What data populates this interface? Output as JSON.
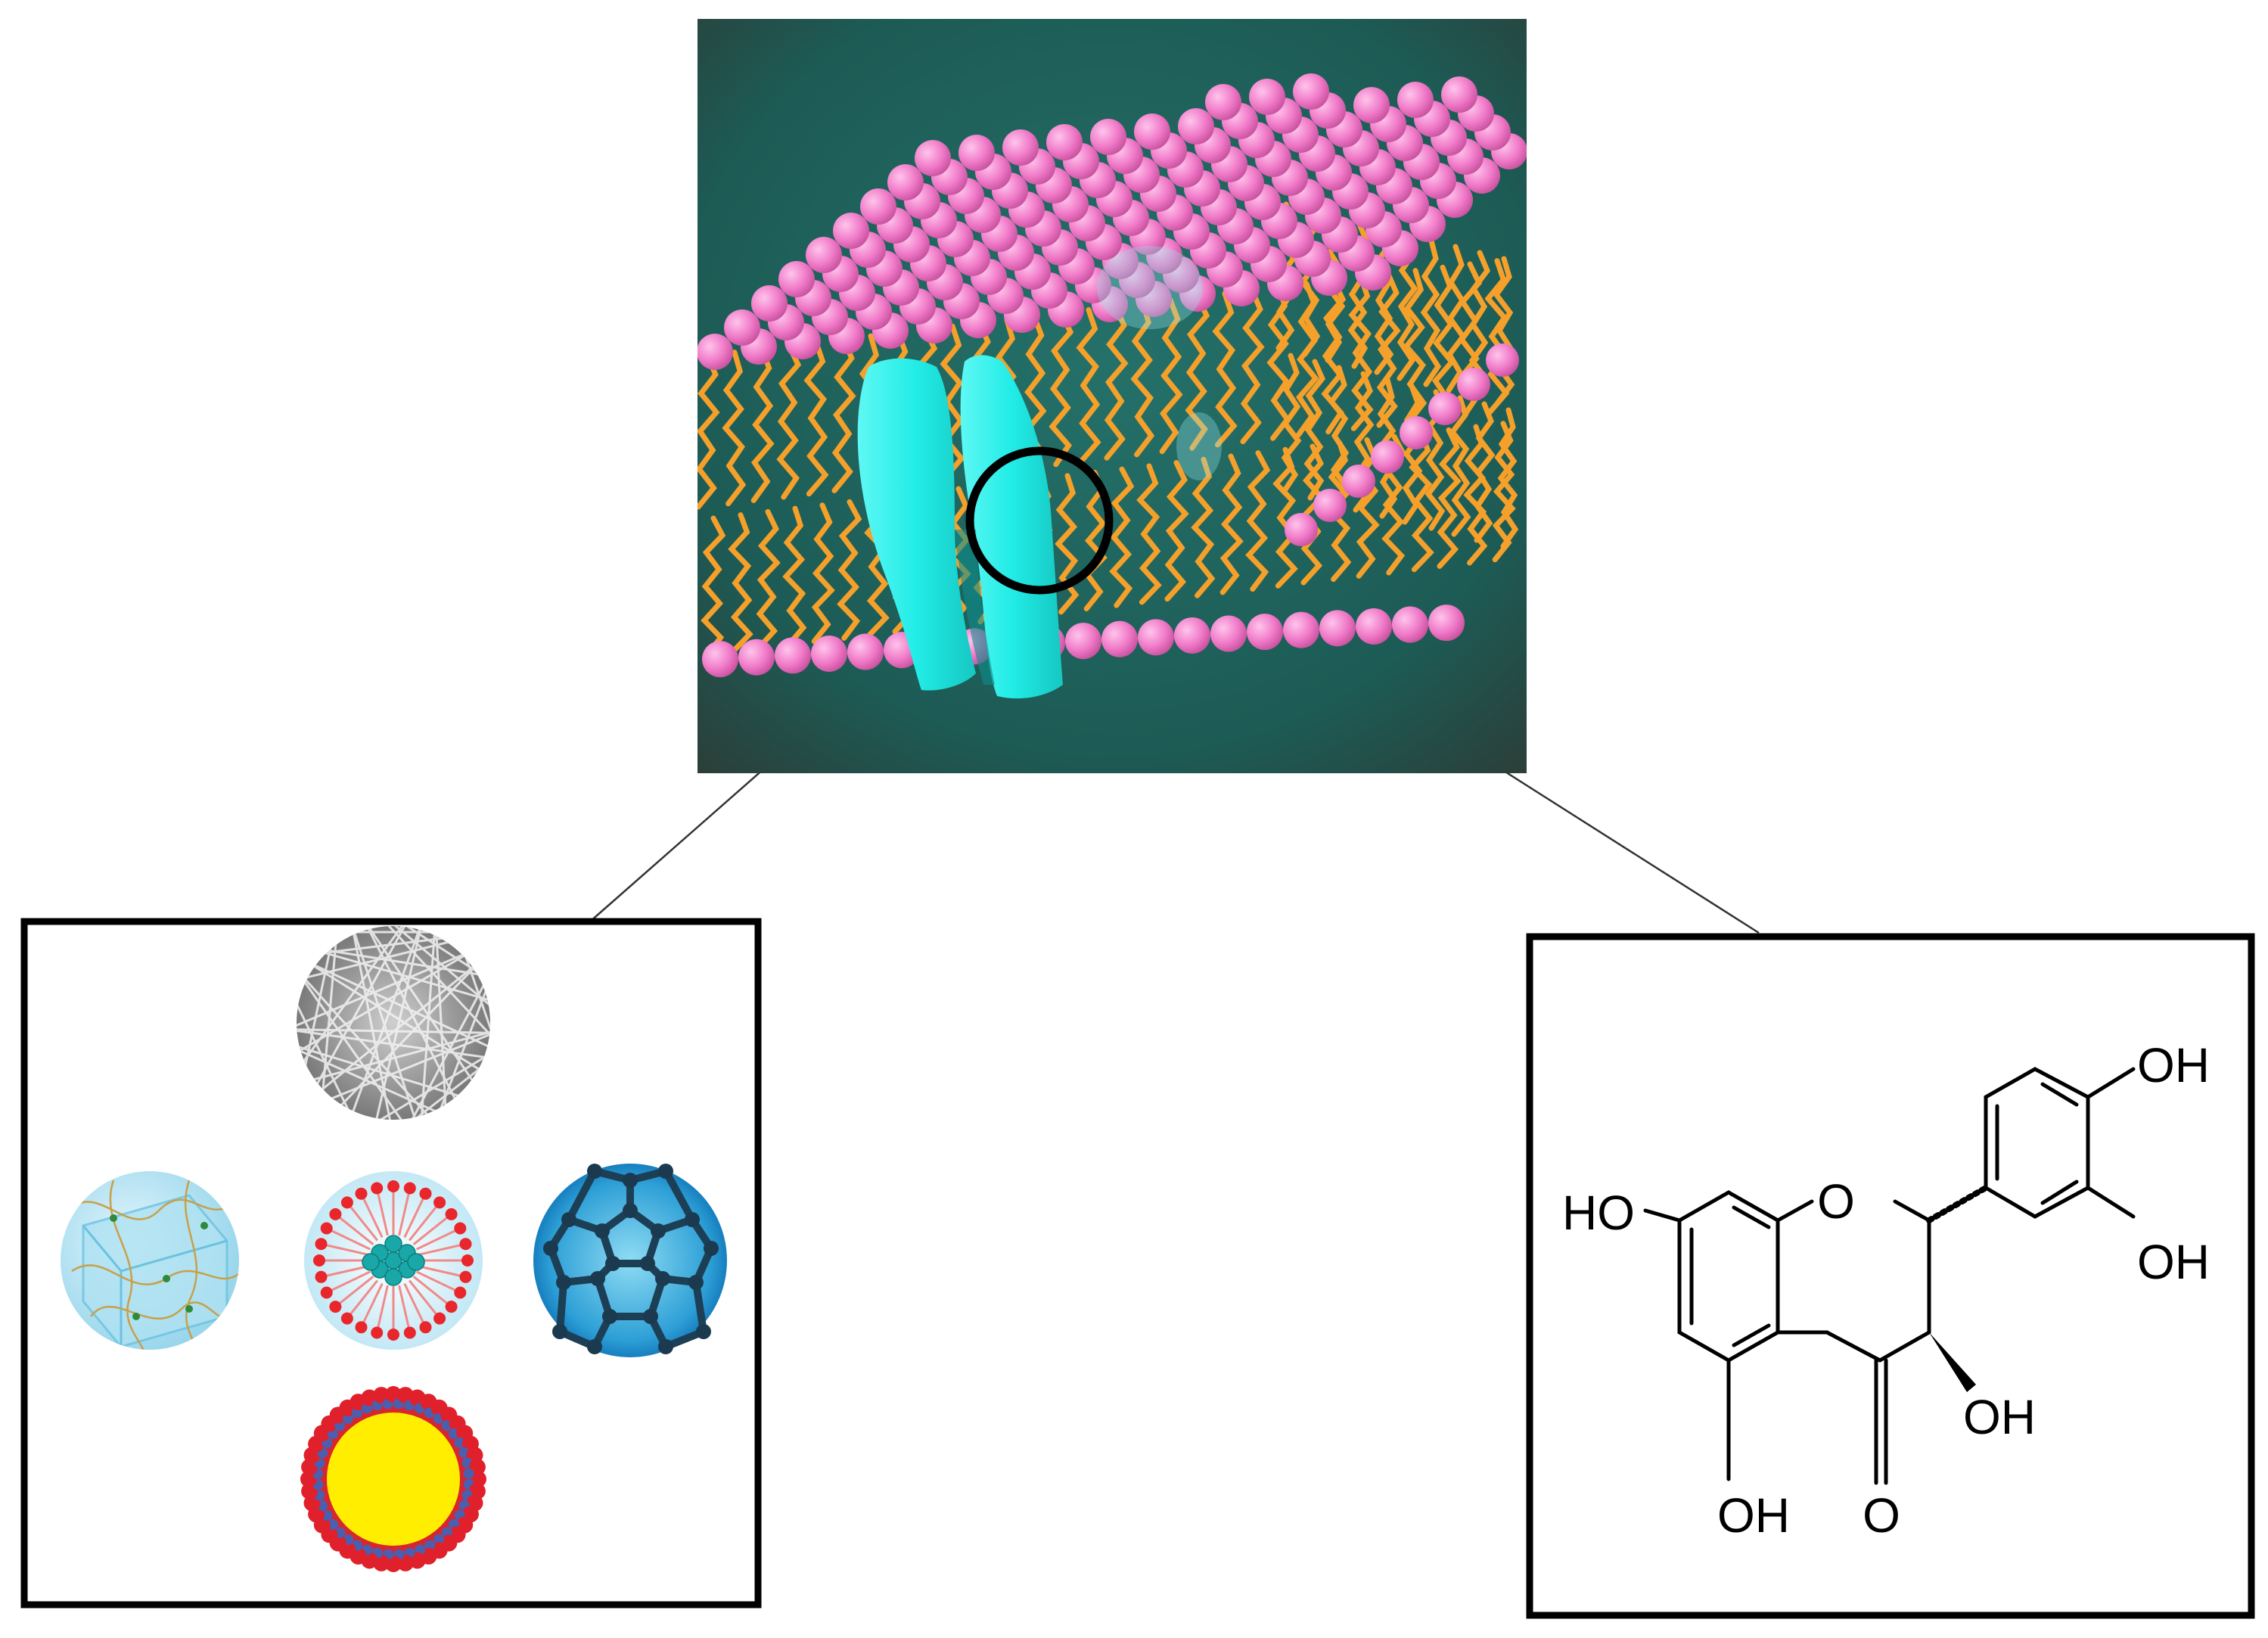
{
  "figure": {
    "membrane_panel": {
      "icon": "lipid-bilayer-membrane-with-channel-protein"
    },
    "nanocarrier_panel": {
      "items": [
        {
          "icon": "nanofiber-mesh-icon"
        },
        {
          "icon": "hydrogel-network-icon"
        },
        {
          "icon": "micelle-icon"
        },
        {
          "icon": "fullerene-icon"
        },
        {
          "icon": "nanoparticle-core-shell-icon"
        }
      ]
    },
    "molecule_panel": {
      "icon": "flavonoid-structure",
      "labels": {
        "oh_top": "OH",
        "oh_right": "OH",
        "ho_left": "HO",
        "ring_o": "O",
        "oh_c3": "OH",
        "oh_c5": "OH",
        "carbonyl_o": "O"
      }
    },
    "colors": {
      "membrane_bg": "#1f5f5a",
      "lipid_head": "#f07ac8",
      "lipid_tail": "#f5a02a",
      "protein": "#2ef2ec",
      "frame": "#000000"
    }
  }
}
